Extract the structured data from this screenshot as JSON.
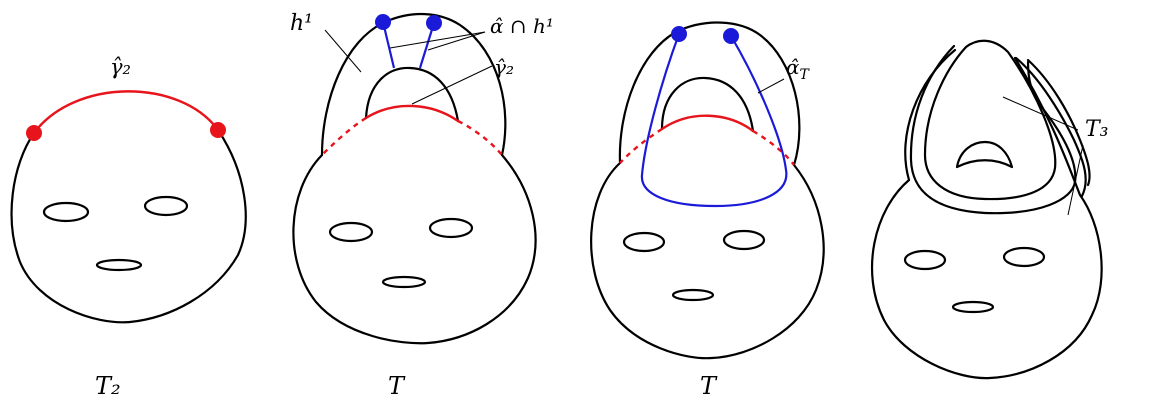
{
  "colors": {
    "curve_red": "#e8141c",
    "curve_blue": "#1a1ad8",
    "outline": "#000000"
  },
  "labels": {
    "gamma2_panel1": "γ̂₂",
    "T2": "T₂",
    "h1": "h¹",
    "alpha_cap_h1": "α̂ ∩ h¹",
    "gamma2_panel2": "γ̂₂",
    "T_panel2": "T",
    "alphaT": "α̂",
    "alphaT_sub": "T",
    "T_panel3": "T",
    "T3": "T₃"
  }
}
